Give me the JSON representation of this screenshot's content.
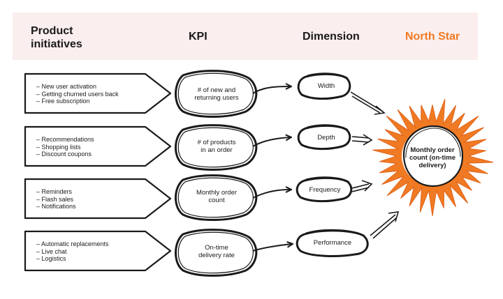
{
  "headers": {
    "initiatives_line1": "Product",
    "initiatives_line2": "initiatives",
    "kpi": "KPI",
    "dimension": "Dimension",
    "north_star": "North Star"
  },
  "colors": {
    "header_band": "#fbeeee",
    "north_star_orange": "#f07a23",
    "ink": "#1a1a1a"
  },
  "rows": [
    {
      "initiatives": [
        "New user activation",
        "Getting churned users back",
        "Free subscription"
      ],
      "kpi_line1": "# of new and",
      "kpi_line2": "returning users",
      "dimension": "Width"
    },
    {
      "initiatives": [
        "Recommendations",
        "Shopping lists",
        "Discount coupons"
      ],
      "kpi_line1": "# of products",
      "kpi_line2": "in an order",
      "dimension": "Depth"
    },
    {
      "initiatives": [
        "Reminders",
        "Flash sales",
        "Notifications"
      ],
      "kpi_line1": "Monthly order",
      "kpi_line2": "count",
      "dimension": "Frequency"
    },
    {
      "initiatives": [
        "Automatic replacements",
        "Live chat",
        "Logistics"
      ],
      "kpi_line1": "On-time",
      "kpi_line2": "delivery rate",
      "dimension": "Performance"
    }
  ],
  "north_star": {
    "line1": "Monthly order",
    "line2": "count (on-time",
    "line3": "delivery)"
  }
}
